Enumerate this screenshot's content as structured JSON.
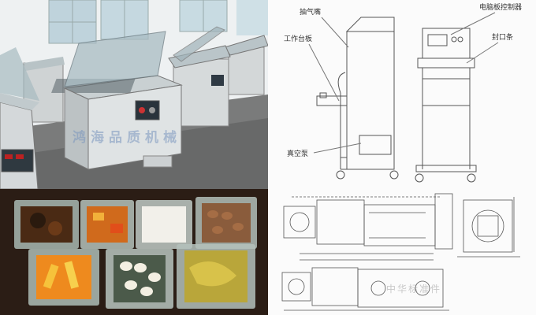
{
  "watermark": "鸿海品质机械",
  "drawing_labels": {
    "exhaust_pipe": "抽气嘴",
    "worktable": "工作台板",
    "vacuum_pump": "真空泵",
    "control_panel": "电脑板控制器",
    "seal_strip": "封口条"
  },
  "pump_watermark": "中华标准件",
  "colors": {
    "machine_steel": "#d8dcdd",
    "floor": "#6f7070",
    "tray_bg": "#2b1d15",
    "drawing_line": "#555555"
  }
}
